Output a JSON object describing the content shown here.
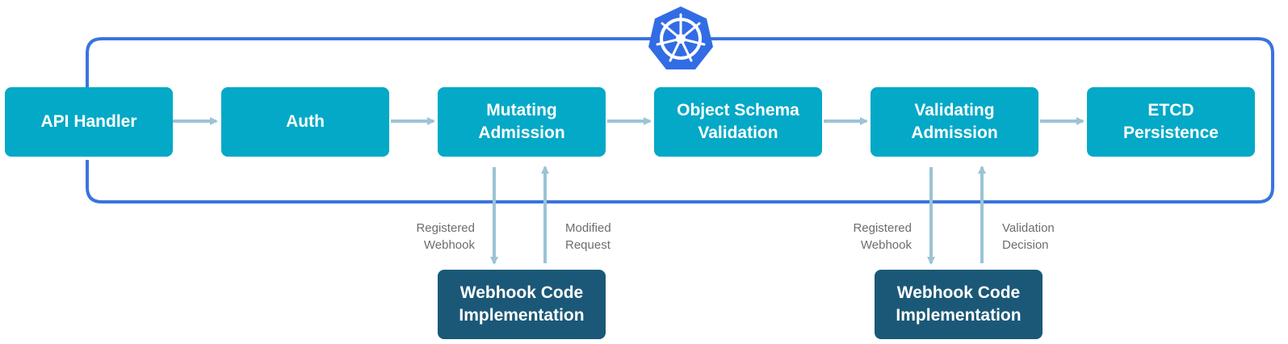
{
  "stages": [
    {
      "id": "api-handler",
      "label": "API Handler"
    },
    {
      "id": "auth",
      "label": "Auth"
    },
    {
      "id": "mutating-admission",
      "label": "Mutating\nAdmission"
    },
    {
      "id": "object-schema-validation",
      "label": "Object Schema\nValidation"
    },
    {
      "id": "validating-admission",
      "label": "Validating\nAdmission"
    },
    {
      "id": "etcd-persistence",
      "label": "ETCD\nPersistence"
    }
  ],
  "webhooks": [
    {
      "label": "Webhook Code\nImplementation",
      "down_label": "Registered\nWebhook",
      "up_label": "Modified\nRequest"
    },
    {
      "label": "Webhook Code\nImplementation",
      "down_label": "Registered\nWebhook",
      "up_label": "Validation\nDecision"
    }
  ],
  "logo": "kubernetes-helm-icon",
  "colors": {
    "stage": "#03a9c6",
    "webhook": "#1b5877",
    "loop": "#3a74dc",
    "arrow": "#9cc3d6",
    "text": "#6d6d6d",
    "logo": "#326ce5"
  }
}
